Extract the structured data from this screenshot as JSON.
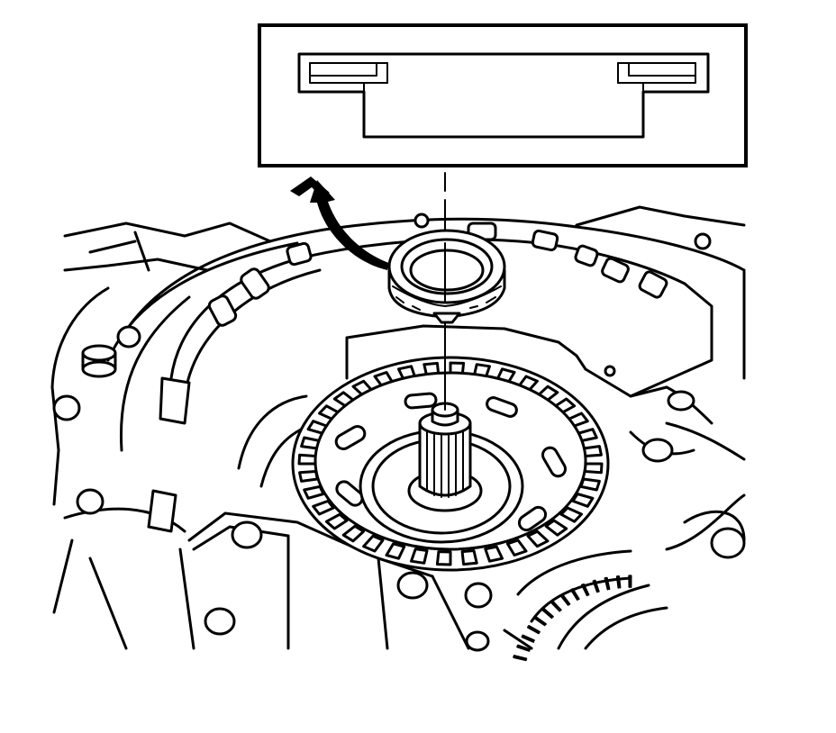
{
  "figure": {
    "subject": "transmission-housing-seal-removal",
    "colors": {
      "ink": "#000000",
      "paper": "#ffffff"
    },
    "parts": [
      "seal-cross-section-inset",
      "removal-direction-arrow",
      "seal-ring",
      "transmission-case",
      "ring-gear",
      "input-shaft",
      "center-line"
    ],
    "gear_teeth": 36
  }
}
